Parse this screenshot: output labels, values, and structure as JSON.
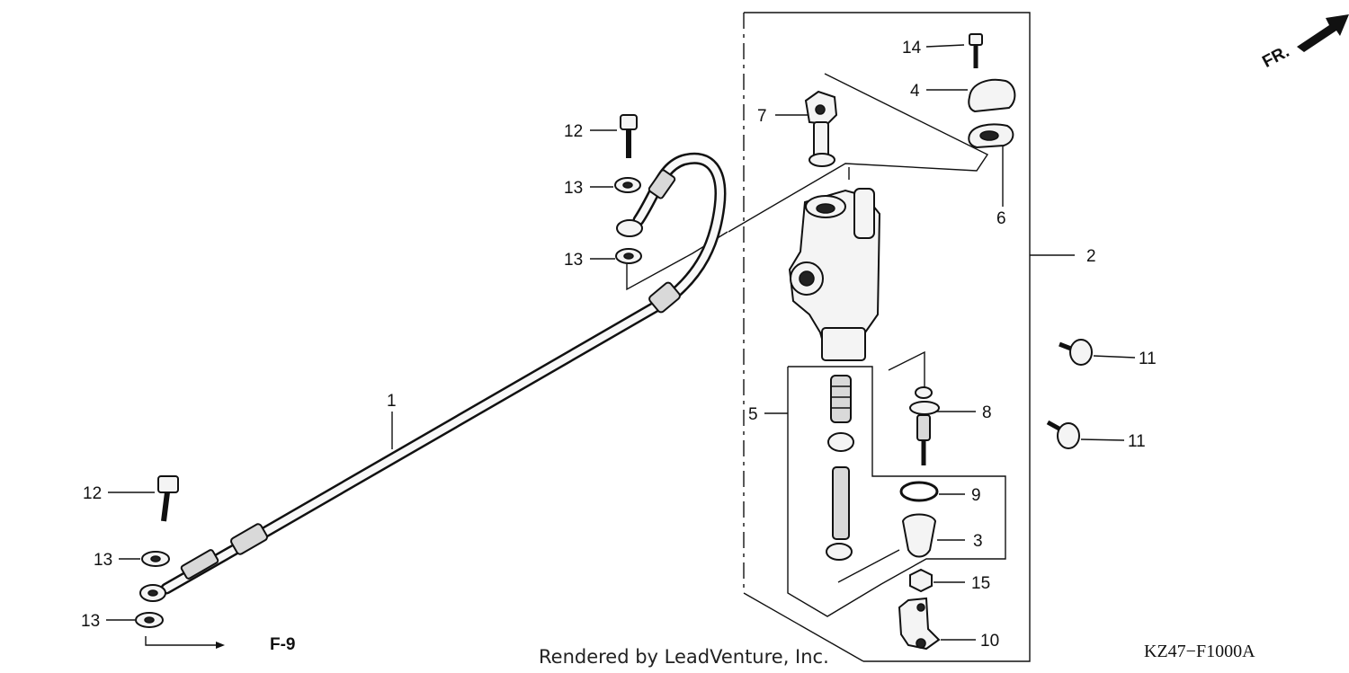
{
  "callouts": {
    "c1": "1",
    "c2": "2",
    "c3": "3",
    "c4": "4",
    "c5": "5",
    "c6": "6",
    "c7": "7",
    "c8": "8",
    "c9": "9",
    "c10": "10",
    "c11a": "11",
    "c11b": "11",
    "c12a": "12",
    "c12b": "12",
    "c13a": "13",
    "c13b": "13",
    "c13c": "13",
    "c13d": "13",
    "c14": "14",
    "c15": "15"
  },
  "reference": "F-9",
  "direction_label": "FR.",
  "credit": "Rendered by LeadVenture, Inc.",
  "diagram_code": "KZ47−F1000A"
}
